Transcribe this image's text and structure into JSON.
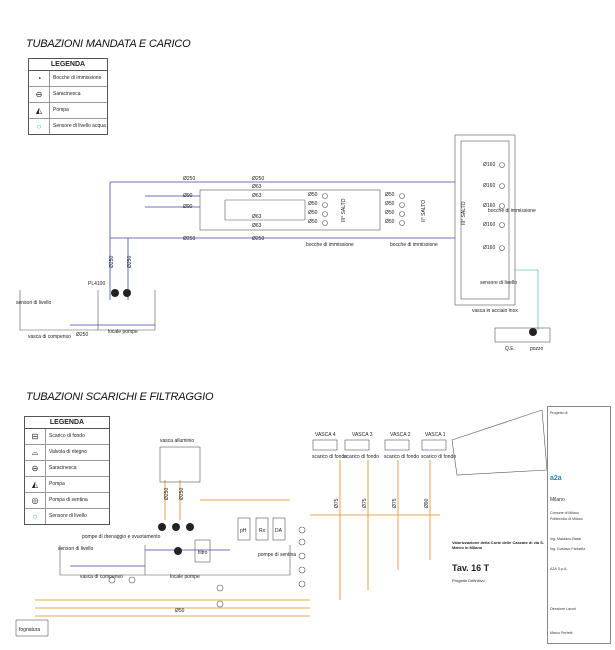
{
  "top": {
    "title": "TUBAZIONI MANDATA E CARICO",
    "legend": {
      "header": "LEGENDA",
      "items": [
        {
          "label": "Bocche di immissione",
          "icon": "nozzle-icon"
        },
        {
          "label": "Saracinesca",
          "icon": "gate-valve-icon"
        },
        {
          "label": "Pompa",
          "icon": "pump-icon"
        },
        {
          "label": "Sensore di livello acqua",
          "icon": "level-sensor-icon"
        }
      ]
    },
    "labels": {
      "d250a": "Ø250",
      "d90a": "Ø90",
      "d90b": "Ø90",
      "d250b": "Ø250",
      "d250c": "Ø250",
      "d250d": "Ø250",
      "d63a": "Ø63",
      "d63b": "Ø63",
      "d63c": "Ø63",
      "d63d": "Ø63",
      "d50a": "Ø50",
      "d50b": "Ø50",
      "d50c": "Ø50",
      "d50d": "Ø50",
      "d50e": "Ø50",
      "d50f": "Ø50",
      "d50g": "Ø50",
      "d50h": "Ø50",
      "d160a": "Ø160",
      "d160b": "Ø160",
      "d160c": "Ø160",
      "d160d": "Ø160",
      "d160e": "Ø160",
      "salto3a": "III° SALTO",
      "salto2": "II° SALTO",
      "salto3b": "III° SALTO",
      "bocche1": "bocche di immissione",
      "bocche2": "bocche di immissione",
      "bocche3": "bocche di immissione",
      "vd250a": "Ø250",
      "vd250b": "Ø250",
      "pl4100": "PL4100",
      "sensori": "sensori di livello",
      "vasca_comp": "vasca di compenso",
      "locale_pompe": "locale pompe",
      "d250e": "Ø250",
      "sensore_liv": "sensore di livello",
      "vasca_inox": "vasca in acciaio inox",
      "qe": "Q.E.",
      "pozzo": "pozzo"
    }
  },
  "bottom": {
    "title": "TUBAZIONI SCARICHI E FILTRAGGIO",
    "legend": {
      "header": "LEGENDA",
      "items": [
        {
          "label": "Scarico di fondo",
          "icon": "bottom-drain-icon"
        },
        {
          "label": "Valvola di ritegno",
          "icon": "check-valve-icon"
        },
        {
          "label": "Saracinesca",
          "icon": "gate-valve-icon"
        },
        {
          "label": "Pompa",
          "icon": "pump-icon"
        },
        {
          "label": "Pompa di sentina",
          "icon": "bilge-pump-icon"
        },
        {
          "label": "Sensore di livello",
          "icon": "level-sensor-icon"
        }
      ]
    },
    "labels": {
      "vasca4": "VASCA 4",
      "vasca3": "VASCA 3",
      "vasca2": "VASCA 2",
      "vasca1": "VASCA 1",
      "scarico4": "scarico di fondo",
      "scarico3": "scarico di fondo",
      "scarico2": "scarico di fondo",
      "scarico1": "scarico di fondo",
      "vasca_all": "vasca alluminio",
      "d250a": "Ø250",
      "d250b": "Ø250",
      "d75a": "Ø75",
      "d75b": "Ø75",
      "d75c": "Ø75",
      "d90": "Ø90",
      "pompe_dren": "pompe di drenaggio e svuotamento",
      "sensori": "sensori di livello",
      "vasca_comp": "vasca di compenso",
      "locale_pompe": "locale pompe",
      "pompe_sentina": "pompe di sentina",
      "filtro": "filtro",
      "ph": "pH",
      "rx": "Rx",
      "da": "DA",
      "d50": "Ø50",
      "fognatura": "fognatura"
    }
  },
  "title_block": {
    "project": "Valorizzazione della Corte delle Cascate di via S. Marco in Milano",
    "sheet": "Tav. 16 T",
    "phase": "Progetto Definitivo",
    "client_a2a": "a2a",
    "city": "Milano",
    "rows": [
      "Progetto di",
      "Comune di Milano",
      "Politecnico di Milano",
      "Ing. Massimo Bassi",
      "Ing. Gustavo Farinella",
      "A2A S.p.A.",
      "Direzione Lavori",
      "Marco Perfetti"
    ]
  }
}
